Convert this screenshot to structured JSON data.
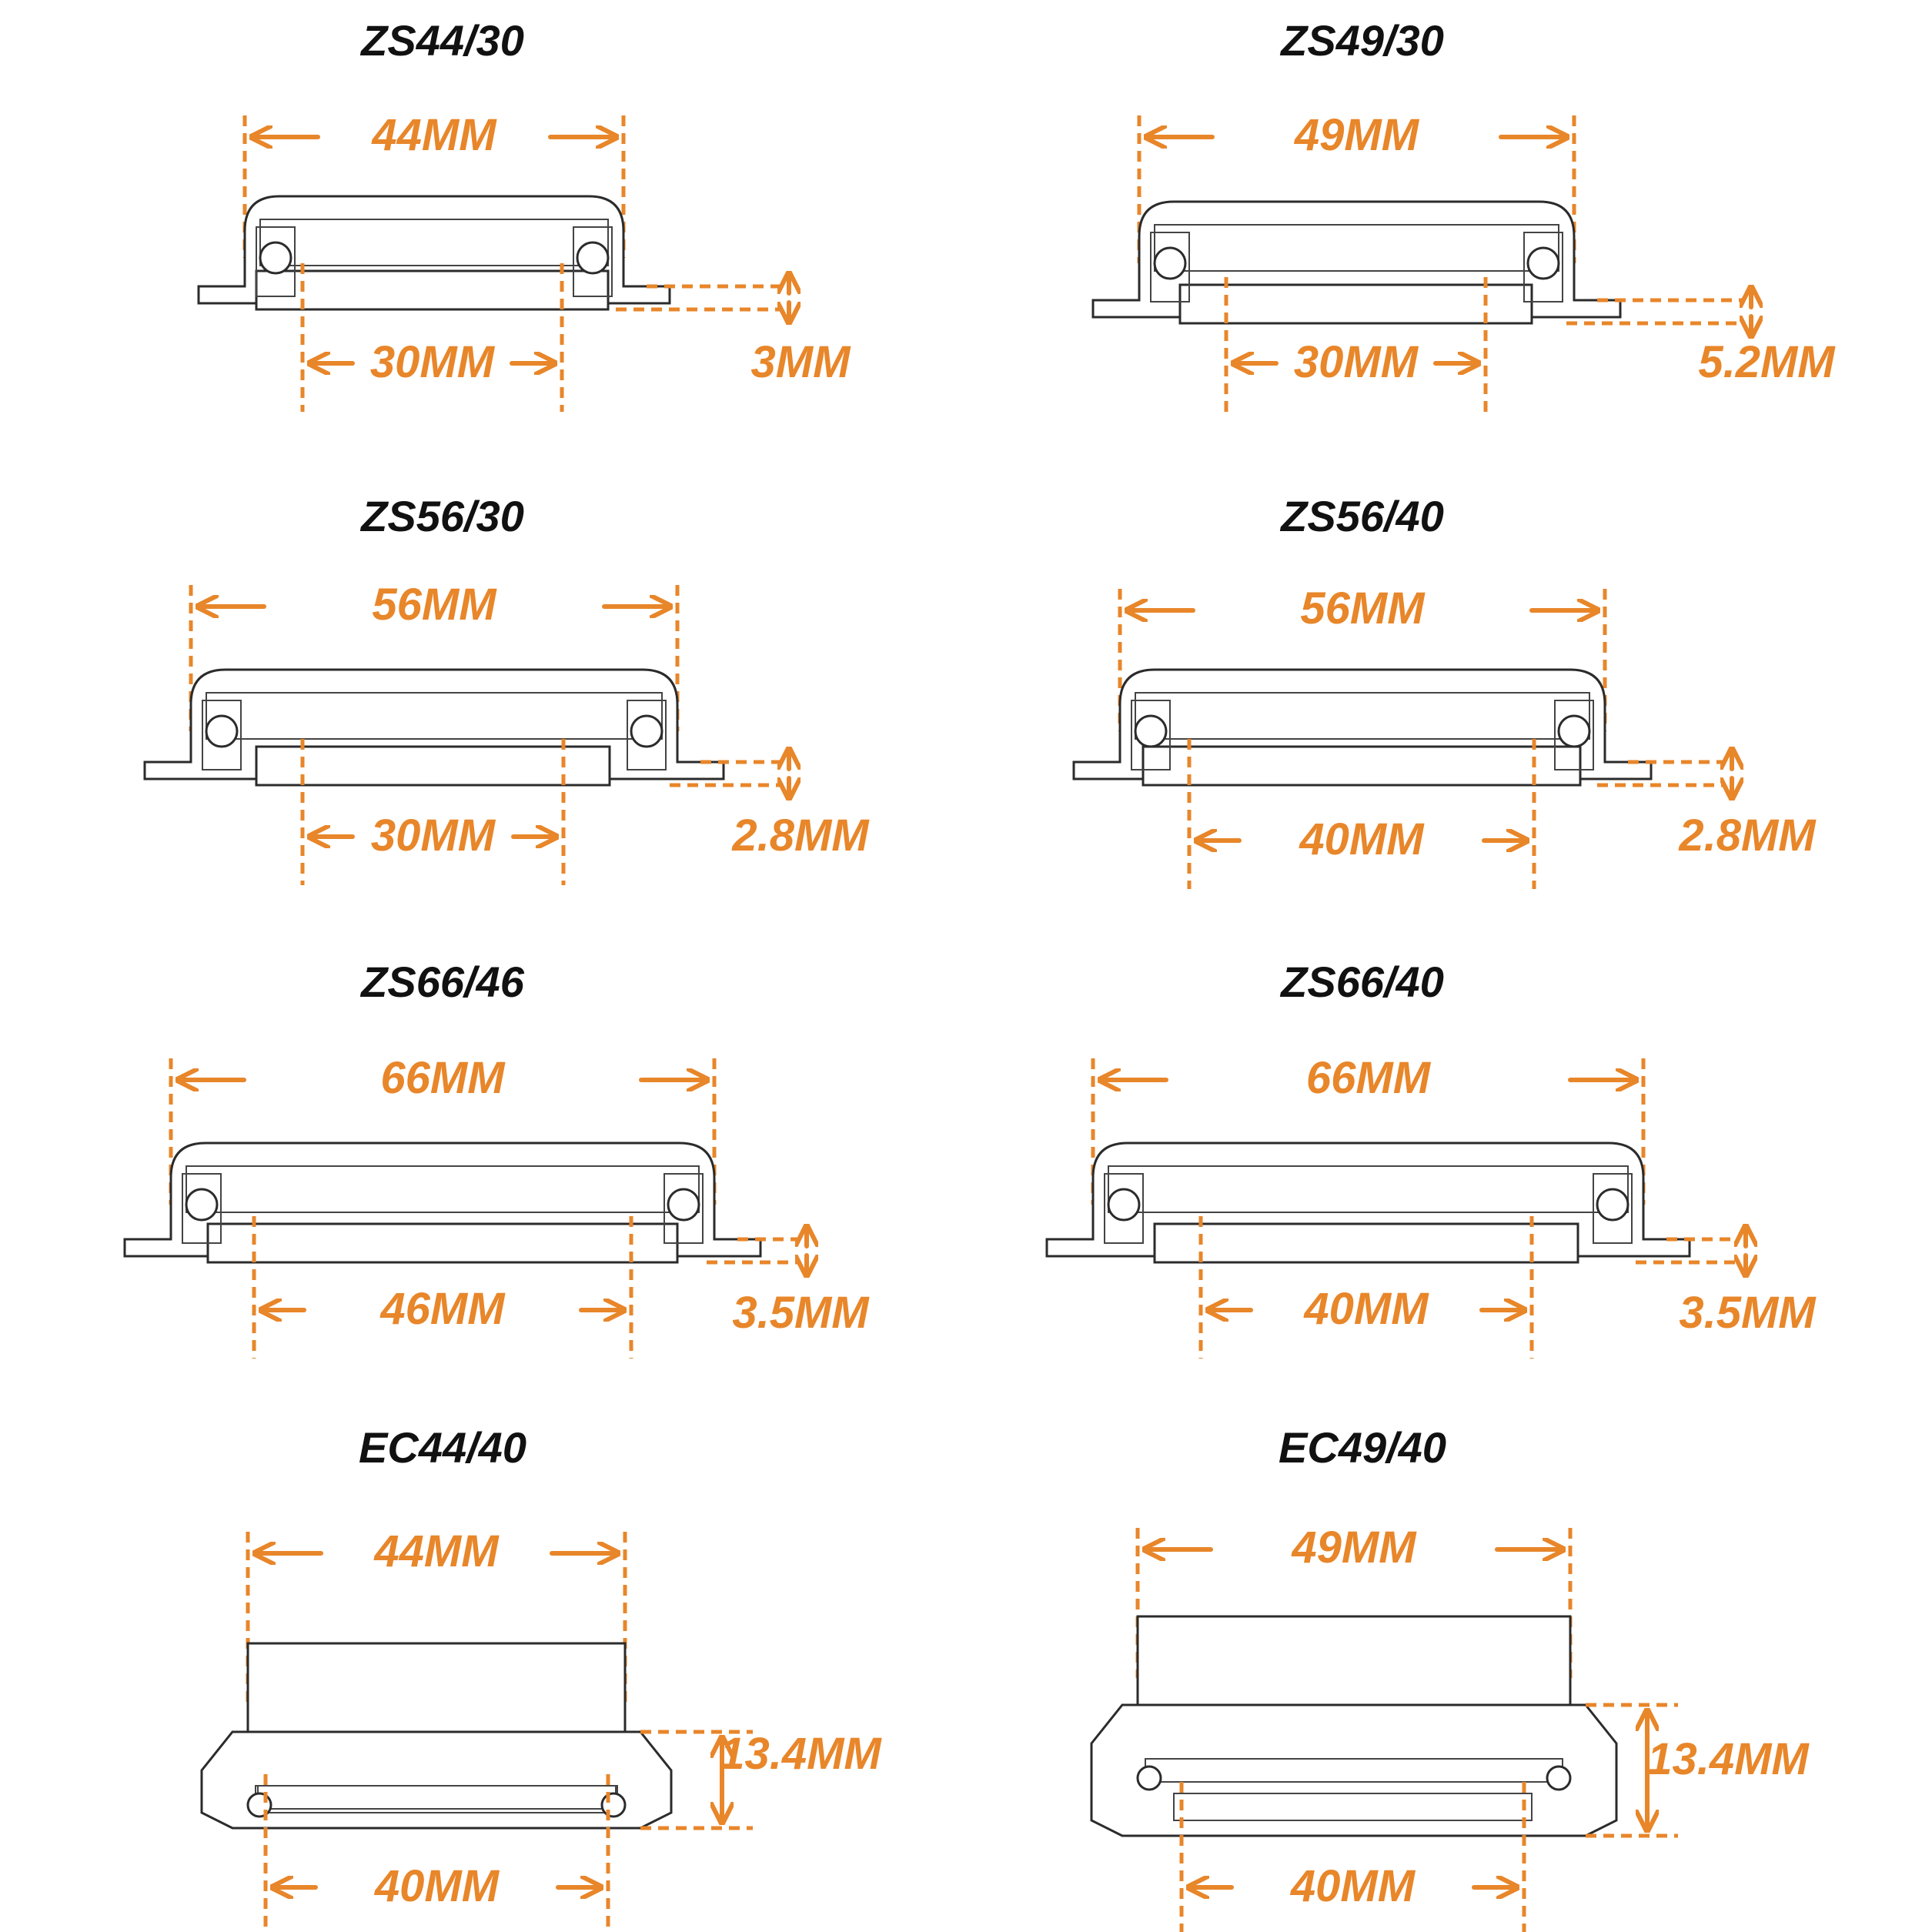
{
  "colors": {
    "accent": "#e8862a",
    "line": "#2b2b2b",
    "title": "#111111"
  },
  "diagrams": [
    {
      "id": "zs44-30",
      "title": "ZS44/30",
      "top": "44MM",
      "bottom": "30MM",
      "height": "3MM",
      "variant": "zs"
    },
    {
      "id": "zs49-30",
      "title": "ZS49/30",
      "top": "49MM",
      "bottom": "30MM",
      "height": "5.2MM",
      "variant": "zs"
    },
    {
      "id": "zs56-30",
      "title": "ZS56/30",
      "top": "56MM",
      "bottom": "30MM",
      "height": "2.8MM",
      "variant": "zs"
    },
    {
      "id": "zs56-40",
      "title": "ZS56/40",
      "top": "56MM",
      "bottom": "40MM",
      "height": "2.8MM",
      "variant": "zs"
    },
    {
      "id": "zs66-46",
      "title": "ZS66/46",
      "top": "66MM",
      "bottom": "46MM",
      "height": "3.5MM",
      "variant": "zs"
    },
    {
      "id": "zs66-40",
      "title": "ZS66/40",
      "top": "66MM",
      "bottom": "40MM",
      "height": "3.5MM",
      "variant": "zs"
    },
    {
      "id": "ec44-40",
      "title": "EC44/40",
      "top": "44MM",
      "bottom": "40MM",
      "height": "13.4MM",
      "variant": "ec"
    },
    {
      "id": "ec49-40",
      "title": "EC49/40",
      "top": "49MM",
      "bottom": "40MM",
      "height": "13.4MM",
      "variant": "ec"
    }
  ]
}
